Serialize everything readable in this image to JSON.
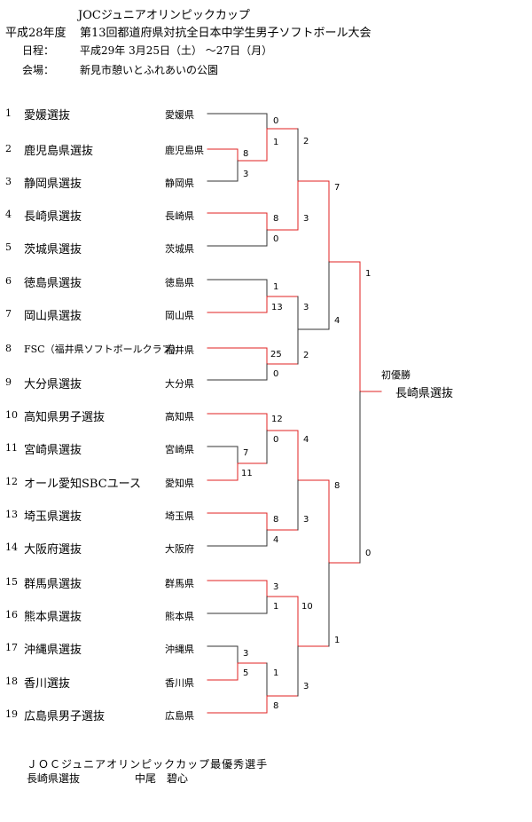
{
  "header": {
    "cup": "JOCジュニアオリンピックカップ",
    "year": "平成28年度",
    "tournament": "第13回都道府県対抗全日本中学生男子ソフトボール大会",
    "date_label": "日程：",
    "date_value": "平成29年 3月25日（土） ～27日（月）",
    "venue_label": "会場：",
    "venue_value": "新見市憩いとふれあいの公園"
  },
  "teams": [
    {
      "seed": "1",
      "name": "愛媛選抜",
      "pref": "愛媛県"
    },
    {
      "seed": "2",
      "name": "鹿児島県選抜",
      "pref": "鹿児島県"
    },
    {
      "seed": "3",
      "name": "静岡県選抜",
      "pref": "静岡県"
    },
    {
      "seed": "4",
      "name": "長崎県選抜",
      "pref": "長崎県"
    },
    {
      "seed": "5",
      "name": "茨城県選抜",
      "pref": "茨城県"
    },
    {
      "seed": "6",
      "name": "徳島県選抜",
      "pref": "徳島県"
    },
    {
      "seed": "7",
      "name": "岡山県選抜",
      "pref": "岡山県"
    },
    {
      "seed": "8",
      "name": "FSC（福井県ソフトボールクラブ）",
      "pref": "福井県"
    },
    {
      "seed": "9",
      "name": "大分県選抜",
      "pref": "大分県"
    },
    {
      "seed": "10",
      "name": "高知県男子選抜",
      "pref": "高知県"
    },
    {
      "seed": "11",
      "name": "宮崎県選抜",
      "pref": "宮崎県"
    },
    {
      "seed": "12",
      "name": "オール愛知SBCユース",
      "pref": "愛知県"
    },
    {
      "seed": "13",
      "name": "埼玉県選抜",
      "pref": "埼玉県"
    },
    {
      "seed": "14",
      "name": "大阪府選抜",
      "pref": "大阪府"
    },
    {
      "seed": "15",
      "name": "群馬県選抜",
      "pref": "群馬県"
    },
    {
      "seed": "16",
      "name": "熊本県選抜",
      "pref": "熊本県"
    },
    {
      "seed": "17",
      "name": "沖縄県選抜",
      "pref": "沖縄県"
    },
    {
      "seed": "18",
      "name": "香川選抜",
      "pref": "香川県"
    },
    {
      "seed": "19",
      "name": "広島県男子選抜",
      "pref": "広島県"
    }
  ],
  "scores": [
    "0",
    "1",
    "8",
    "3",
    "2",
    "8",
    "0",
    "3",
    "7",
    "1",
    "13",
    "3",
    "25",
    "0",
    "2",
    "4",
    "1",
    "12",
    "0",
    "7",
    "11",
    "4",
    "8",
    "4",
    "3",
    "8",
    "3",
    "1",
    "10",
    "3",
    "5",
    "1",
    "8",
    "3",
    "1",
    "0"
  ],
  "champion": {
    "label": "初優勝",
    "team": "長崎県選抜"
  },
  "mvp": {
    "title": "ＪＯＣジュニアオリンピックカップ最優秀選手",
    "team": "長崎県選抜",
    "player": "中尾　碧心"
  },
  "colors": {
    "winner_line": "#e02020",
    "loser_line": "#333333"
  }
}
